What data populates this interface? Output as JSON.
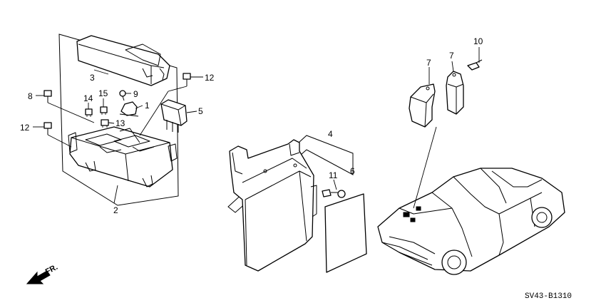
{
  "diagram_code": "SV43-B1310",
  "direction_label": "FR.",
  "callouts": {
    "c1": "1",
    "c2": "2",
    "c3": "3",
    "c4": "4",
    "c5": "5",
    "c6": "6",
    "c7a": "7",
    "c7b": "7",
    "c8": "8",
    "c9": "9",
    "c10": "10",
    "c11": "11",
    "c12a": "12",
    "c12b": "12",
    "c13": "13",
    "c14": "14",
    "c15": "15"
  },
  "colors": {
    "line": "#000000",
    "background": "#ffffff"
  },
  "icons": {
    "front_arrow": "front-direction-arrow-icon"
  }
}
